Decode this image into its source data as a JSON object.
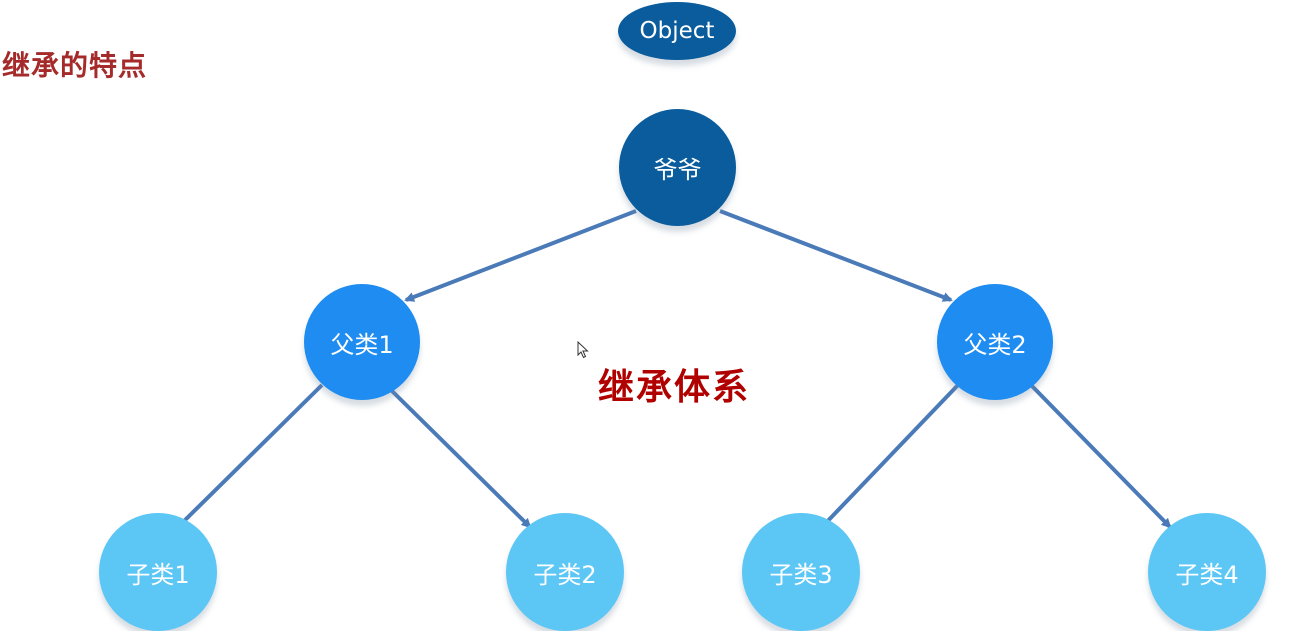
{
  "page_title": "继承的特点",
  "caption": "继承体系",
  "colors": {
    "title": "#a52a2a",
    "caption": "#b00000",
    "root": "#0a5c9c",
    "parent": "#1e8cf0",
    "child": "#5cc6f5",
    "edge": "#4a7ab8"
  },
  "nodes": {
    "object": "Object",
    "grandpa": "爷爷",
    "parent1": "父类1",
    "parent2": "父类2",
    "child1": "子类1",
    "child2": "子类2",
    "child3": "子类3",
    "child4": "子类4"
  },
  "edges": [
    {
      "from": "grandpa",
      "to": "parent1"
    },
    {
      "from": "grandpa",
      "to": "parent2"
    },
    {
      "from": "parent1",
      "to": "child1"
    },
    {
      "from": "parent1",
      "to": "child2"
    },
    {
      "from": "parent2",
      "to": "child3"
    },
    {
      "from": "parent2",
      "to": "child4"
    }
  ],
  "icons": {
    "cursor": "mouse-pointer-icon"
  }
}
